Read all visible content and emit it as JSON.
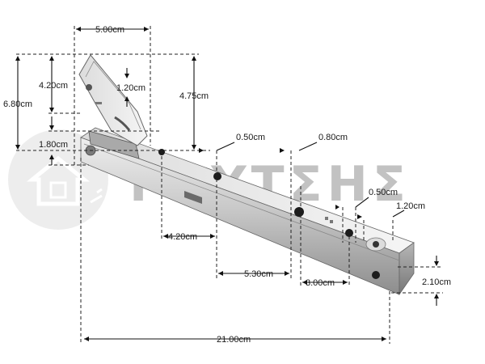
{
  "watermark": {
    "brand_text": "ΓΟΥΤΣΗΣ"
  },
  "dimensions": {
    "top_width": "5.00cm",
    "hinge_upper": "4.20cm",
    "hinge_notch": "1.20cm",
    "total_height": "6.80cm",
    "arm_height": "4.75cm",
    "base_height": "1.80cm",
    "slot_width": "0.50cm",
    "hole_width": "0.80cm",
    "hole_spacing_1": "4.20cm",
    "hole_spacing_2": "5.30cm",
    "hole_spacing_3": "3.00cm",
    "end_hole_width": "0.50cm",
    "end_slot_width": "1.20cm",
    "end_height": "2.10cm",
    "overall_length": "21.00cm"
  }
}
